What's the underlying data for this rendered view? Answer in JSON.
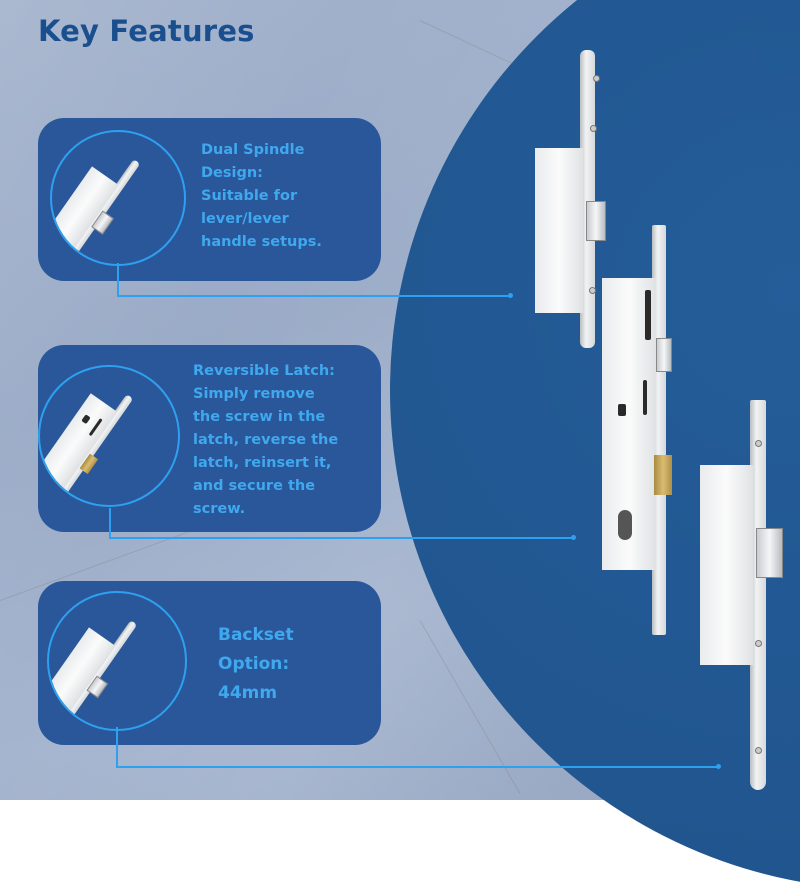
{
  "title": "Key Features",
  "colors": {
    "title": "#1a4f8f",
    "card_bg": "#2a5799",
    "card_text": "#3fa8ee",
    "accent_line": "#2ea0f0",
    "arc_bg": "#215690",
    "marble_bg": "#a3b2cc"
  },
  "features": [
    {
      "lines": [
        "Dual Spindle",
        "Design:",
        "Suitable for",
        "lever/lever",
        "handle setups."
      ],
      "icon": "lock-case-deadbolt-image"
    },
    {
      "lines": [
        "Reversible Latch:",
        "Simply remove",
        "the screw in the",
        "latch, reverse the",
        "latch, reinsert it,",
        "and secure the",
        "screw."
      ],
      "icon": "lock-centre-case-image"
    },
    {
      "lines": [
        "Backset",
        "Option:",
        "44mm"
      ],
      "icon": "lock-case-hook-image"
    }
  ]
}
